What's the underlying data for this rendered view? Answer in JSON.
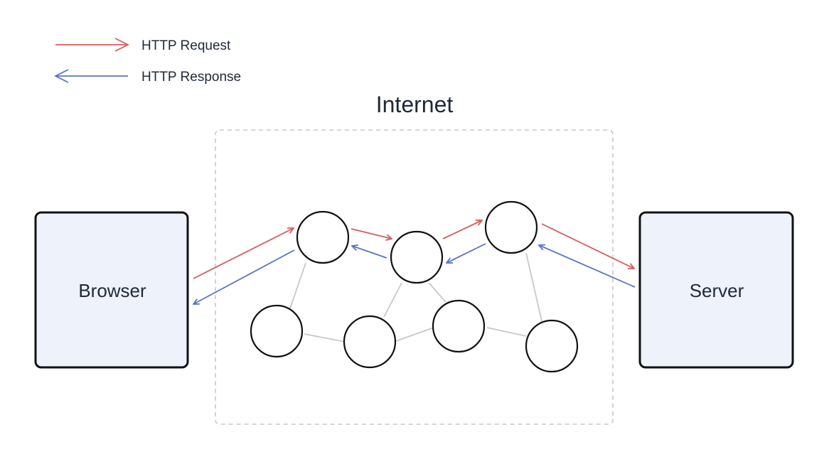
{
  "legend": {
    "request": {
      "label": "HTTP Request",
      "color": "#d95c5c"
    },
    "response": {
      "label": "HTTP Response",
      "color": "#5676c4"
    }
  },
  "internet": {
    "title": "Internet"
  },
  "browser": {
    "label": "Browser"
  },
  "server": {
    "label": "Server"
  },
  "colors": {
    "box_fill": "#edf2fb",
    "box_stroke": "#111111",
    "node_stroke": "#111111",
    "link": "#c8c8c8",
    "frame": "#c8c8c8"
  }
}
